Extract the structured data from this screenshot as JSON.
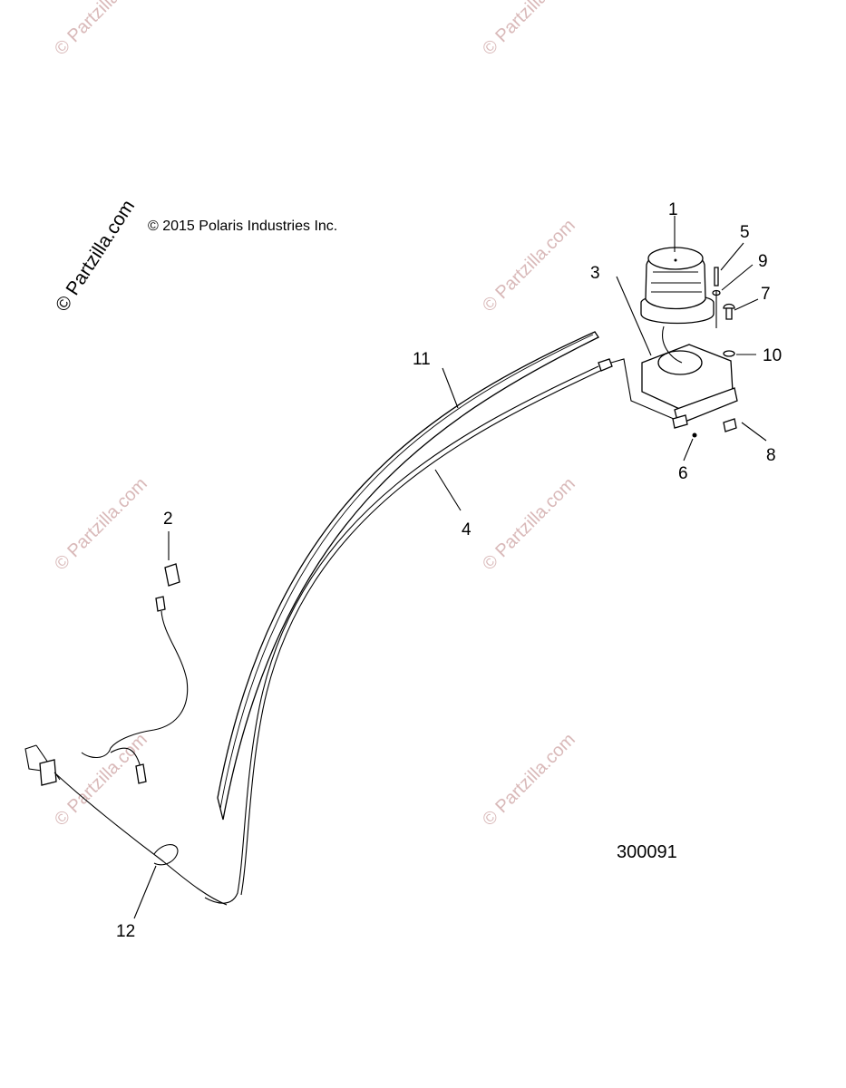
{
  "copyright": "© 2015 Polaris Industries Inc.",
  "drawing_number": "300091",
  "watermark_main": "© Partzilla.com",
  "watermark_repeat": "© Partzilla.com",
  "callouts": {
    "c1": "1",
    "c2": "2",
    "c3": "3",
    "c4": "4",
    "c5": "5",
    "c6": "6",
    "c7": "7",
    "c8": "8",
    "c9": "9",
    "c10": "10",
    "c11": "11",
    "c12": "12"
  },
  "colors": {
    "line": "#000000",
    "watermark": "#d9b9b9",
    "background": "#ffffff"
  }
}
